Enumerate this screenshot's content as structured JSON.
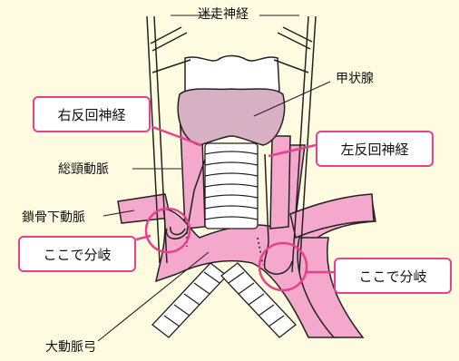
{
  "labels": {
    "vagus_nerve": "迷走神経",
    "thyroid": "甲状腺",
    "right_recurrent": "右反回神経",
    "left_recurrent": "左反回神経",
    "common_carotid": "総頸動脈",
    "subclavian": "鎖骨下動脈",
    "branch_here_left": "ここで分岐",
    "branch_here_right": "ここで分岐",
    "aortic_arch": "大動脈弓"
  },
  "colors": {
    "background": "#fffbe0",
    "artery": "#f3a8cc",
    "thyroid": "#d8b0c4",
    "callout_border": "#e8408a",
    "line": "#222222"
  },
  "icons": {
    "trachea": "trachea-illustration",
    "larynx": "larynx-illustration"
  }
}
